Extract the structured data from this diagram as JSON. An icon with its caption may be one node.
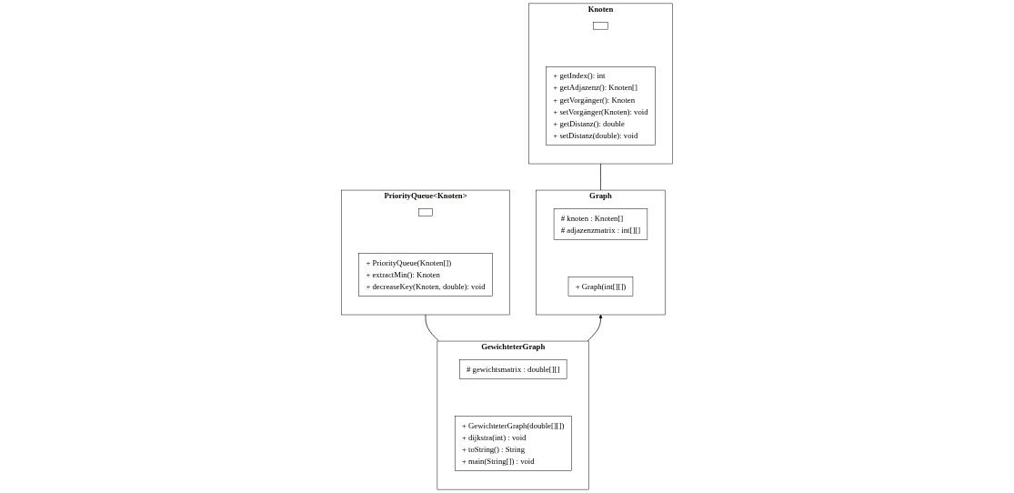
{
  "diagram": {
    "nodes": [
      {
        "text": [
          "Graph"
        ]
      },
      {
        "text": [
          "# knoten : Knoten[]",
          "# adjazenzmatrix : int[][]"
        ],
        "in": 0
      },
      {
        "text": [
          "+ Graph(int[][])"
        ],
        "in": 0
      },
      {
        "text": [
          "Knoten"
        ]
      },
      {
        "text": [],
        "shape": "box",
        "in": 3
      },
      {
        "text": [
          "+ getIndex(): int",
          "+ getAdjazenz(): Knoten[]",
          "+ getVorgänger(): Knoten",
          "+ setVorgänger(Knoten): void",
          "+ getDistanz(): double",
          "+ setDistanz(double): void"
        ],
        "in": 3
      },
      {
        "text": [
          "GewichteterGraph"
        ]
      },
      {
        "text": [
          "# gewichtsmatrix : double[][]"
        ],
        "in": 6
      },
      {
        "text": [
          "+ GewichteterGraph(double[][])",
          "+ dijkstra(int) : void",
          "+ toString() : String",
          "+ main(String[]) : void"
        ],
        "in": 6
      },
      {
        "text": [
          "PriorityQueue<Knoten>"
        ]
      },
      {
        "text": [],
        "shape": "box",
        "in": 9
      },
      {
        "text": [
          "+ PriorityQueue(Knoten[])",
          "+ extractMin(): Knoten",
          "+ decreaseKey(Knoten, double): void"
        ],
        "in": 9
      }
    ],
    "edges": [
      {
        "from": 6,
        "to": 0,
        "arrow": "to"
      },
      {
        "from": 0,
        "to": 3,
        "arrow": "none"
      },
      {
        "from": 6,
        "to": 9,
        "arrow": "none"
      }
    ]
  }
}
